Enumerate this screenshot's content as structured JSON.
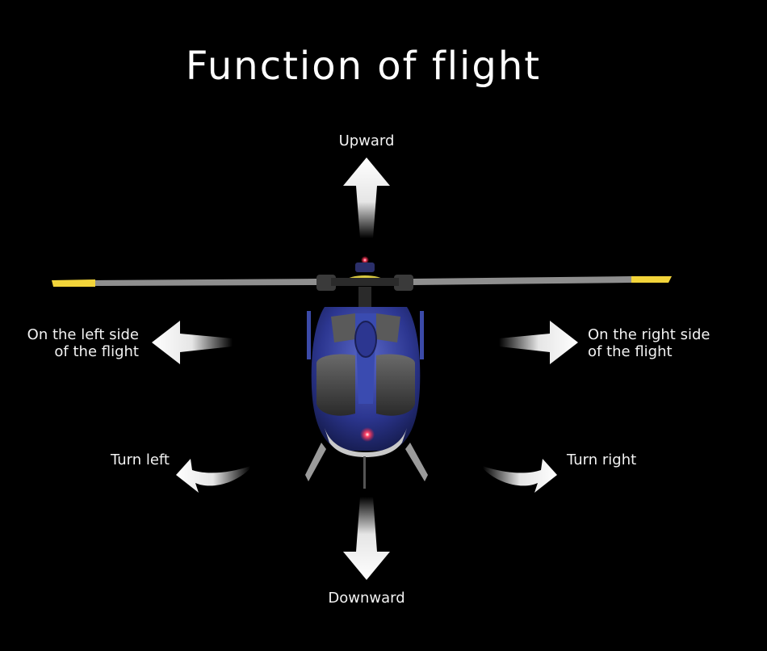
{
  "title": "Function of flight",
  "directions": {
    "upward": "Upward",
    "downward": "Downward",
    "left_side_line1": "On the left side",
    "left_side_line2": "of the flight",
    "right_side_line1": "On the right side",
    "right_side_line2": "of the flight",
    "turn_left": "Turn left",
    "turn_right": "Turn right"
  },
  "colors": {
    "background": "#000000",
    "text": "#ffffff",
    "helicopter_body": "#2f3a8c",
    "blade_tip": "#f2d43a",
    "blade": "#8a8a8a",
    "led": "#ff3355"
  }
}
